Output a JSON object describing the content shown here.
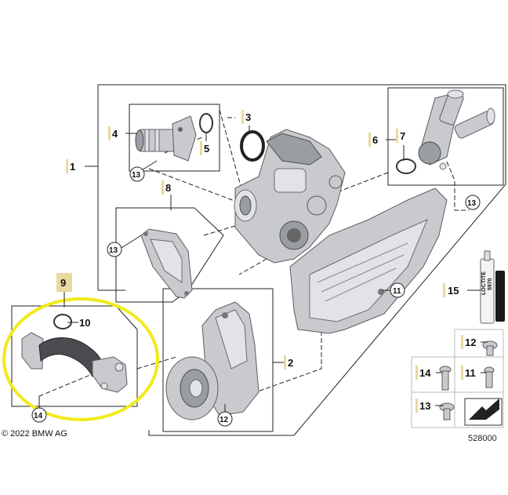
{
  "labels": {
    "p1": "1",
    "p2": "2",
    "p3": "3",
    "p4": "4",
    "p5": "5",
    "p6": "6",
    "p7": "7",
    "p8": "8",
    "p9": "9",
    "p10": "10",
    "p11": "11",
    "p12": "12",
    "p13": "13",
    "p14": "14",
    "p15": "15"
  },
  "tube_brand": "LOCTITE",
  "tube_code": "5970",
  "copyright": "© 2022 BMW AG",
  "reference_number": "528000",
  "colors": {
    "highlight": "#f2ea1c",
    "label_tick": "#e8d9a0",
    "metal": "#c8cacd"
  }
}
